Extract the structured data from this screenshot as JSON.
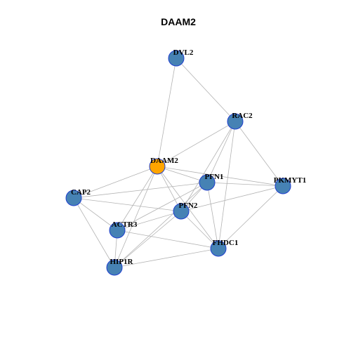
{
  "title": "DAAM2",
  "colors": {
    "node_fill": "#4682b4",
    "highlight_fill": "#ffa500",
    "node_stroke": "#1f3fcf",
    "edge": "#b3b3b3"
  },
  "nodes": [
    {
      "id": "DVL2",
      "label": "DVL2",
      "highlight": false
    },
    {
      "id": "RAC2",
      "label": "RAC2",
      "highlight": false
    },
    {
      "id": "DAAM2",
      "label": "DAAM2",
      "highlight": true
    },
    {
      "id": "PFN1",
      "label": "PFN1",
      "highlight": false
    },
    {
      "id": "PKMYT1",
      "label": "PKMYT1",
      "highlight": false
    },
    {
      "id": "CAP2",
      "label": "CAP2",
      "highlight": false
    },
    {
      "id": "PFN2",
      "label": "PFN2",
      "highlight": false
    },
    {
      "id": "ACTR3",
      "label": "ACTR3",
      "highlight": false
    },
    {
      "id": "FHDC1",
      "label": "FHDC1",
      "highlight": false
    },
    {
      "id": "HIP1R",
      "label": "HIP1R",
      "highlight": false
    }
  ],
  "edges": [
    [
      "DVL2",
      "DAAM2"
    ],
    [
      "DVL2",
      "RAC2"
    ],
    [
      "RAC2",
      "DAAM2"
    ],
    [
      "RAC2",
      "PFN1"
    ],
    [
      "RAC2",
      "PFN2"
    ],
    [
      "RAC2",
      "FHDC1"
    ],
    [
      "RAC2",
      "PKMYT1"
    ],
    [
      "DAAM2",
      "PFN1"
    ],
    [
      "DAAM2",
      "PFN2"
    ],
    [
      "DAAM2",
      "CAP2"
    ],
    [
      "DAAM2",
      "ACTR3"
    ],
    [
      "DAAM2",
      "HIP1R"
    ],
    [
      "DAAM2",
      "FHDC1"
    ],
    [
      "DAAM2",
      "PKMYT1"
    ],
    [
      "PFN1",
      "PKMYT1"
    ],
    [
      "PFN1",
      "PFN2"
    ],
    [
      "PFN1",
      "CAP2"
    ],
    [
      "PFN1",
      "ACTR3"
    ],
    [
      "PFN1",
      "FHDC1"
    ],
    [
      "PFN1",
      "HIP1R"
    ],
    [
      "PKMYT1",
      "PFN2"
    ],
    [
      "PKMYT1",
      "FHDC1"
    ],
    [
      "CAP2",
      "PFN2"
    ],
    [
      "CAP2",
      "ACTR3"
    ],
    [
      "CAP2",
      "HIP1R"
    ],
    [
      "PFN2",
      "ACTR3"
    ],
    [
      "PFN2",
      "FHDC1"
    ],
    [
      "PFN2",
      "HIP1R"
    ],
    [
      "ACTR3",
      "FHDC1"
    ],
    [
      "ACTR3",
      "HIP1R"
    ],
    [
      "HIP1R",
      "FHDC1"
    ]
  ]
}
